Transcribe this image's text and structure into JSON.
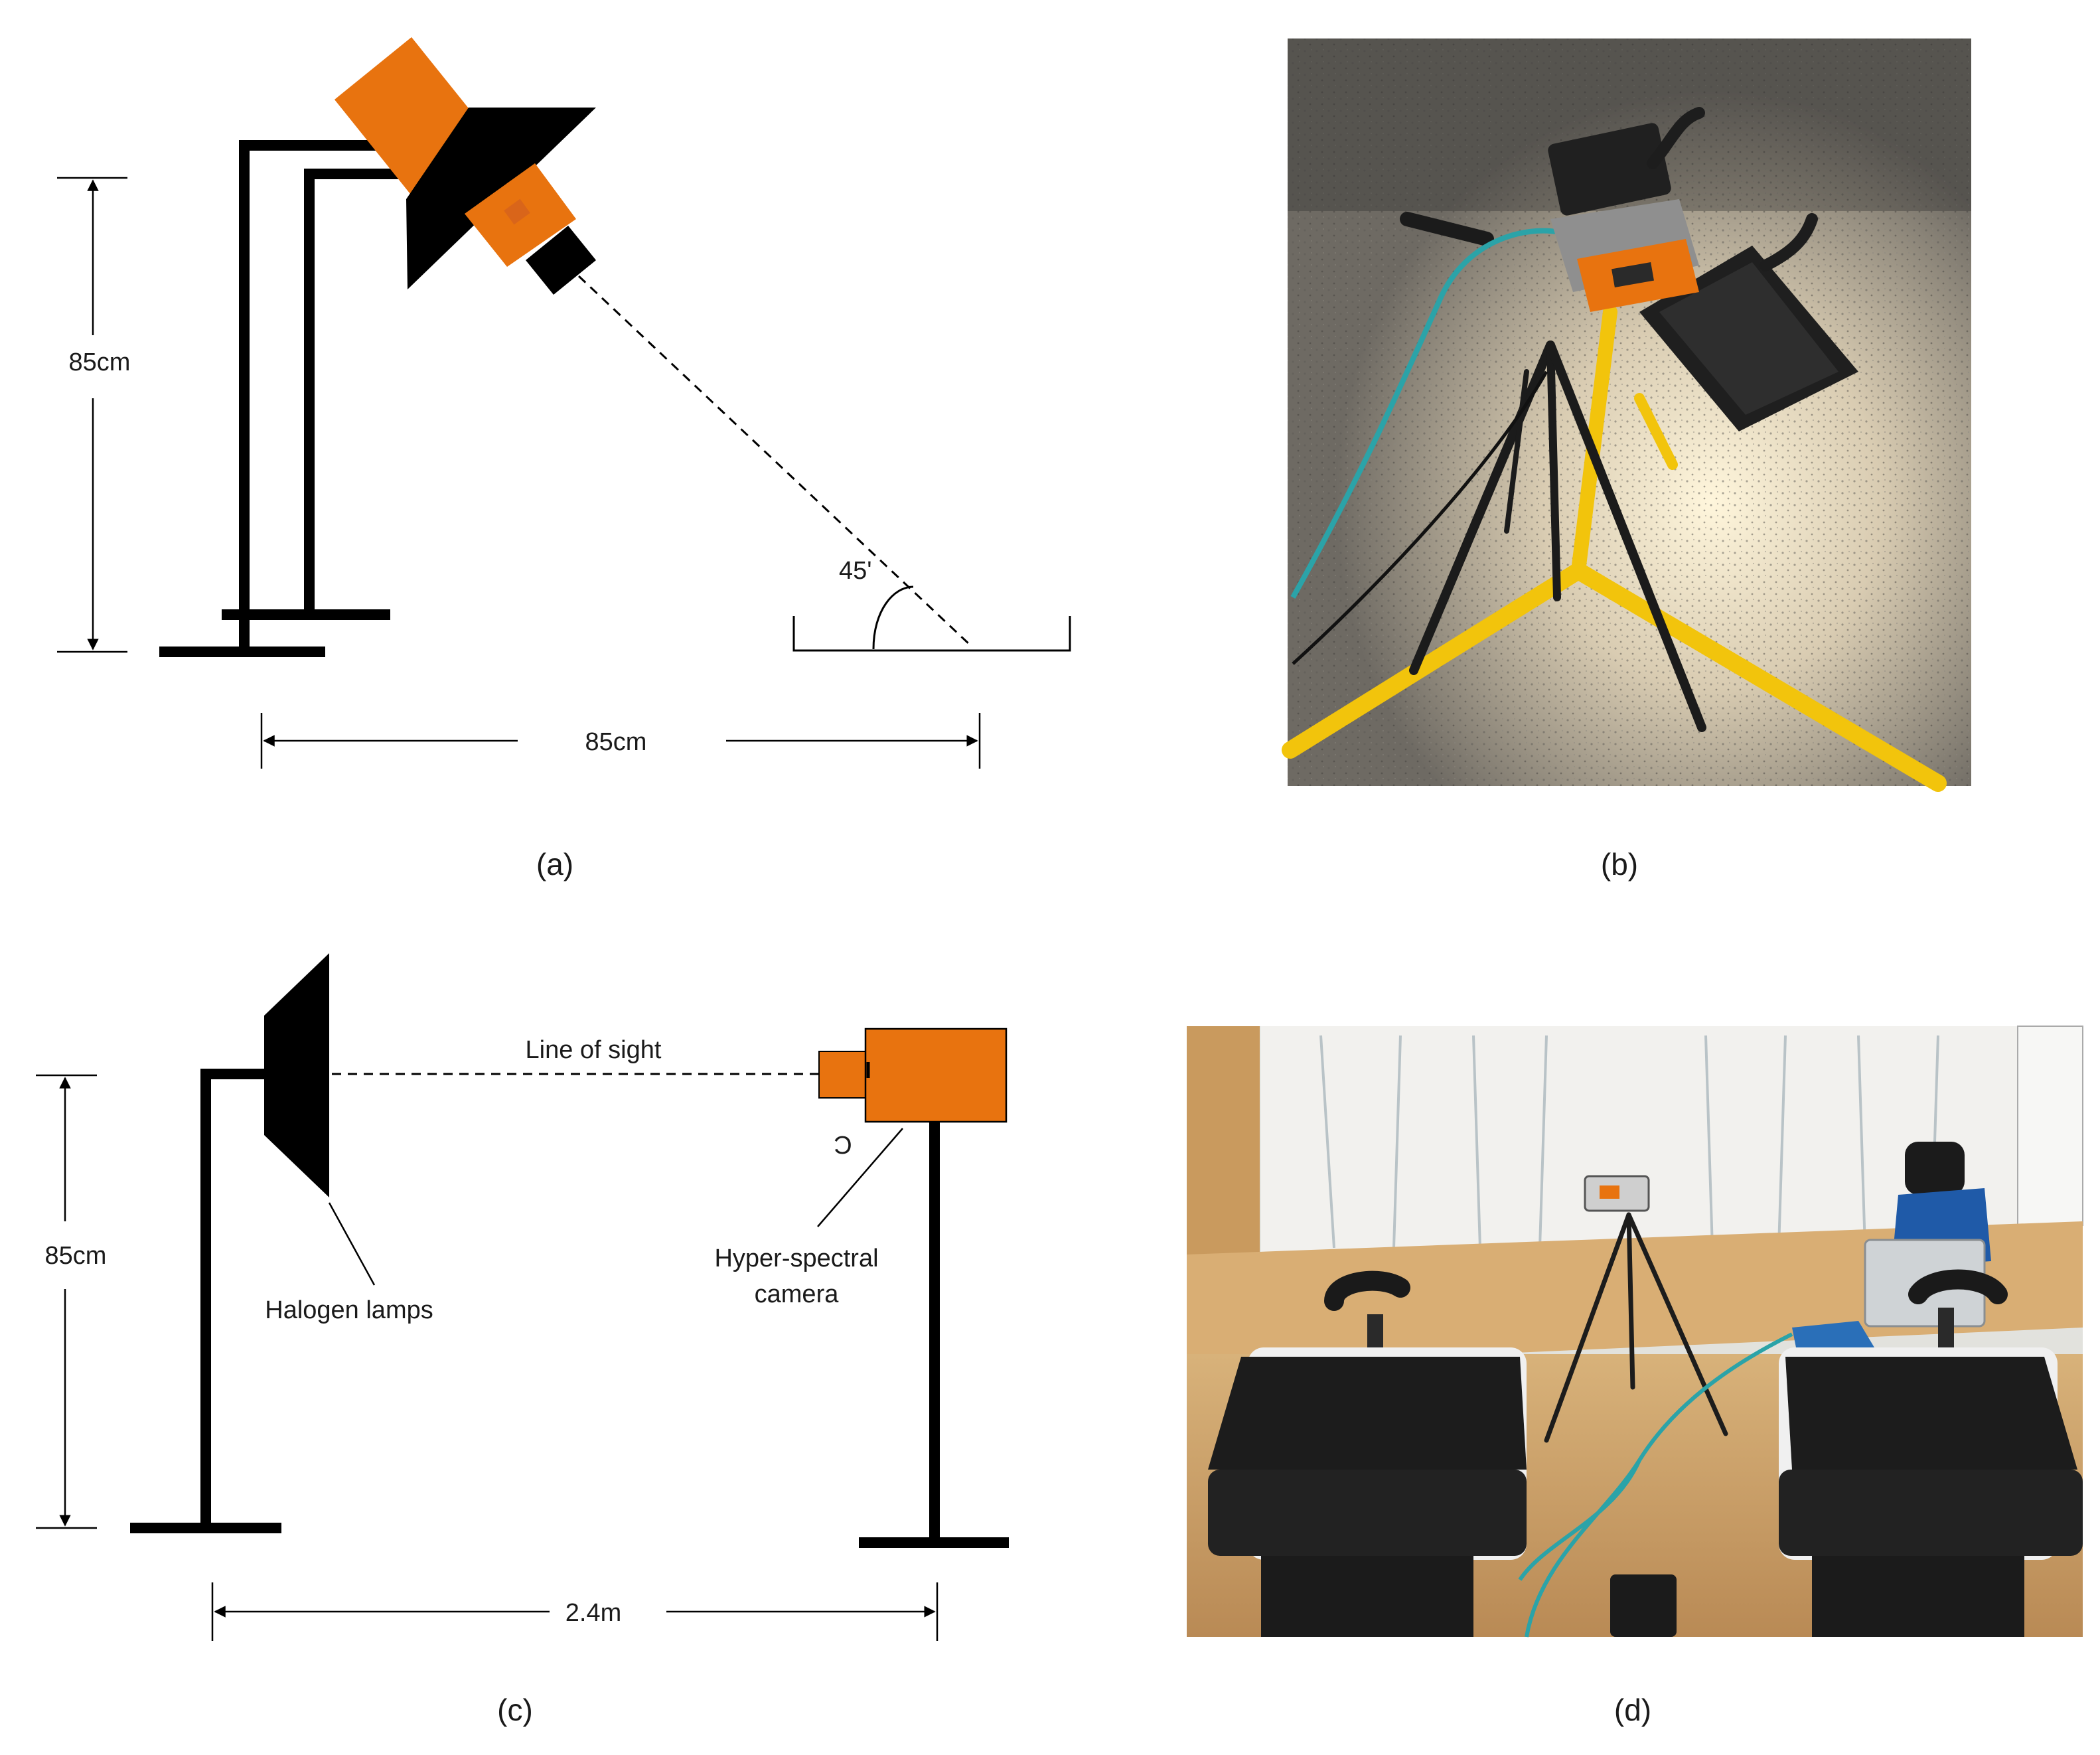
{
  "panels": {
    "a": {
      "caption": "(a)",
      "height_label": "85cm",
      "width_label": "85cm",
      "angle_label": "45'"
    },
    "b": {
      "caption": "(b)"
    },
    "c": {
      "caption": "(c)",
      "height_label": "85cm",
      "distance_label": "2.4m",
      "line_label": "Line of sight",
      "lamp_label": "Halogen lamps",
      "camera_label_line1": "Hyper-spectral",
      "camera_label_line2": "camera",
      "small_glyph": "C"
    },
    "d": {
      "caption": "(d)"
    }
  },
  "colors": {
    "camera_orange": "#E8730F",
    "line_black": "#000000",
    "tripod_yellow": "#F2C40C",
    "cable_teal": "#2BA3A8",
    "floor_wood": "#C9A06A",
    "curtain_white": "#F2F1EE"
  }
}
